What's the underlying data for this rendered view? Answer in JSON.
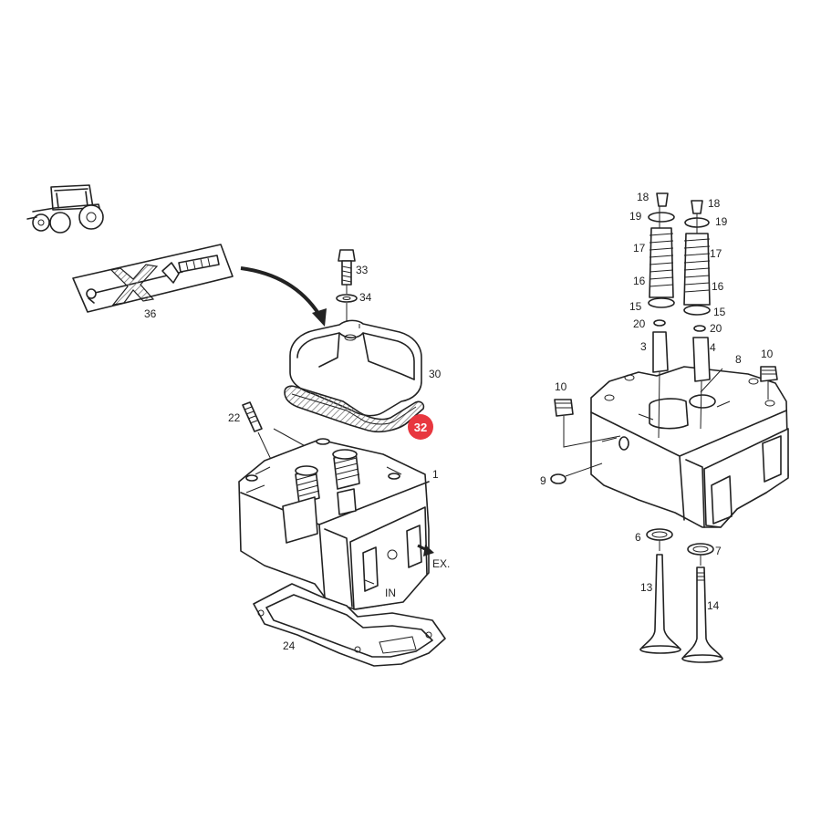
{
  "diagram": {
    "highlight": {
      "label": "32",
      "color": "#e8373f"
    },
    "callouts_left": {
      "c36": "36",
      "c33": "33",
      "c34": "34",
      "c30": "30",
      "c22": "22",
      "c1": "1",
      "c24": "24",
      "ex": "EX.",
      "in": "IN"
    },
    "callouts_right": {
      "c18a": "18",
      "c18b": "18",
      "c19a": "19",
      "c19b": "19",
      "c17a": "17",
      "c17b": "17",
      "c16a": "16",
      "c16b": "16",
      "c15a": "15",
      "c15b": "15",
      "c20a": "20",
      "c20b": "20",
      "c3": "3",
      "c4": "4",
      "c8": "8",
      "c10a": "10",
      "c10b": "10",
      "c9": "9",
      "c6": "6",
      "c7": "7",
      "c13": "13",
      "c14": "14"
    },
    "line_color": "#222222",
    "hatch_color": "#777777"
  }
}
